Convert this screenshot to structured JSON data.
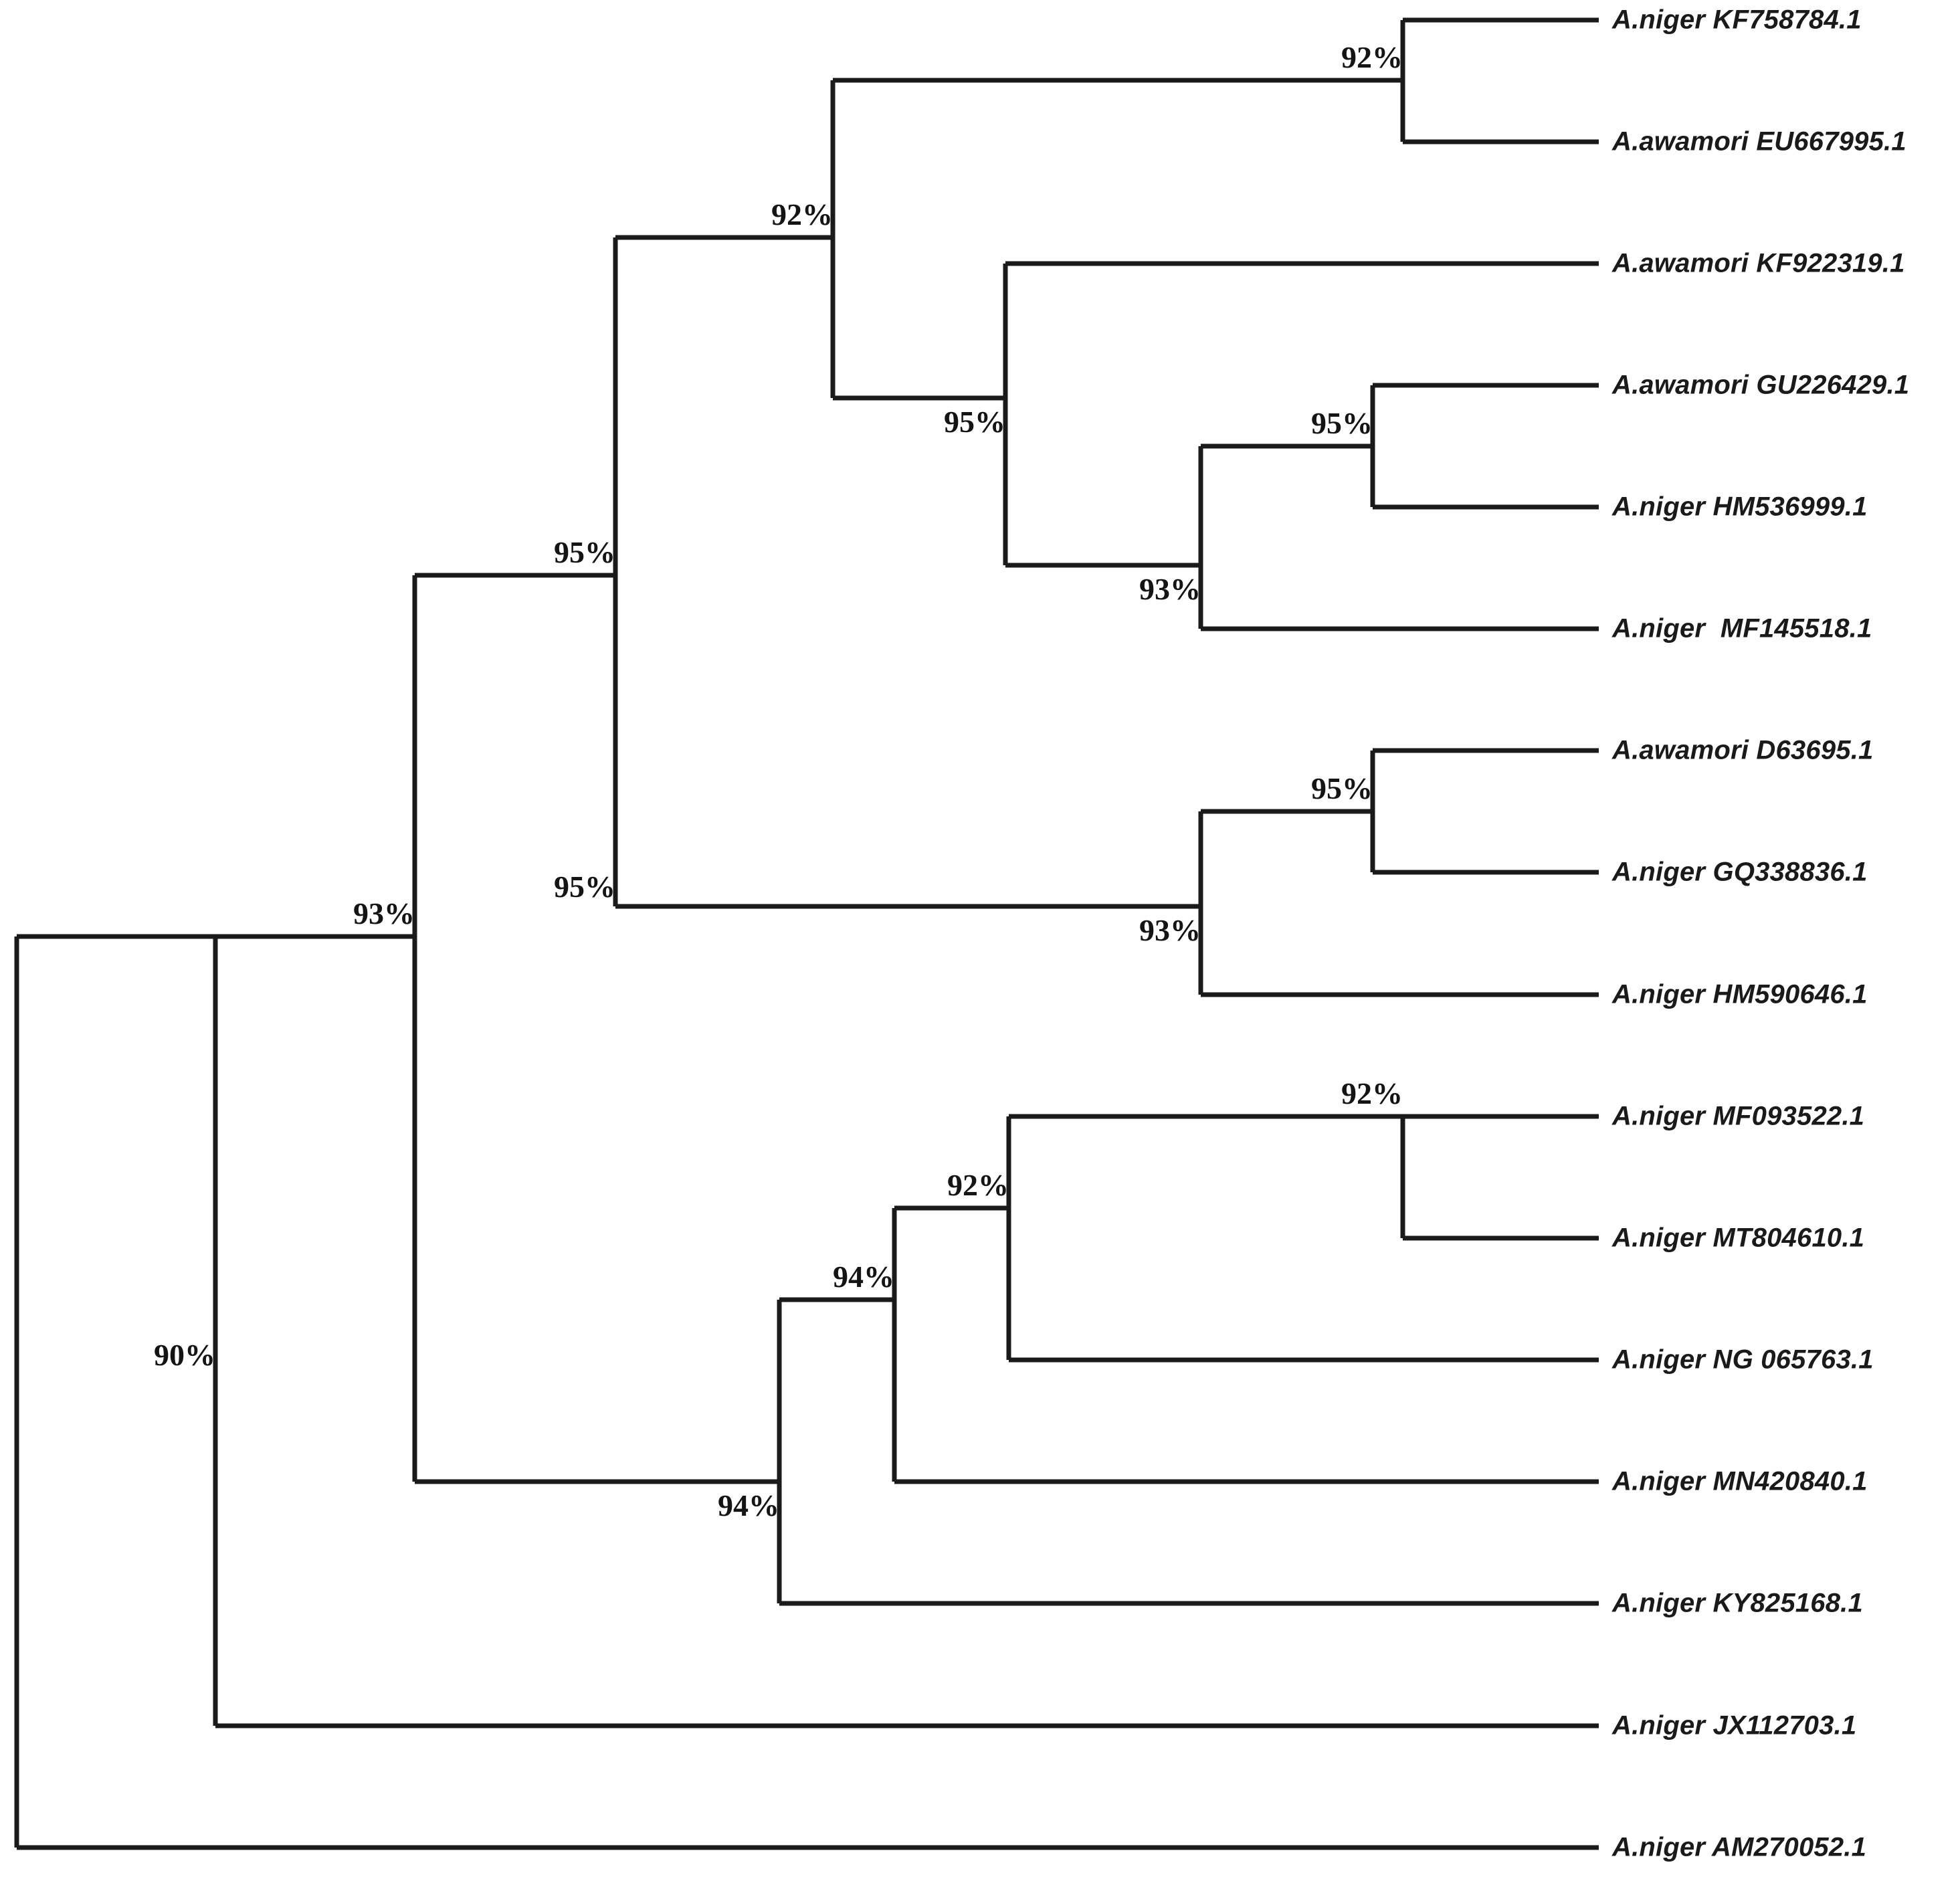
{
  "figure": {
    "kind": "phylogenetic-tree",
    "style": "rectangular-cladogram",
    "line_color": "#1a1a1a",
    "background_color": "#ffffff",
    "text_color": "#141414"
  },
  "chart_data": {
    "type": "tree",
    "title": "",
    "xlabel": "",
    "ylabel": "",
    "n_taxa": 16,
    "support_unit": "%",
    "taxa": [
      "A.niger KF758784.1",
      "A.awamori EU667995.1",
      "A.awamori KF922319.1",
      "A.awamori GU226429.1",
      "A.niger HM536999.1",
      "A.niger  MF145518.1",
      "A.awamori D63695.1",
      "A.niger GQ338836.1",
      "A.niger HM590646.1",
      "A.niger MF093522.1",
      "A.niger MT804610.1",
      "A.niger NG 065763.1",
      "A.niger MN420840.1",
      "A.niger KY825168.1",
      "A.niger JX112703.1",
      "A.niger AM270052.1"
    ],
    "support_values": [
      "90%",
      "93%",
      "95%",
      "92%",
      "92%",
      "95%",
      "93%",
      "95%",
      "95%",
      "93%",
      "95%",
      "94%",
      "94%",
      "92%",
      "92%"
    ],
    "newick": "(((((A.niger KF758784.1,A.awamori EU667995.1)92%,(A.awamori KF922319.1,((A.awamori GU226429.1,A.niger HM536999.1)95%,A.niger  MF145518.1)93%)95%)92%,((A.awamori D63695.1,A.niger GQ338836.1)95%,A.niger HM590646.1)93%)95%,(((( A.niger MF093522.1,A.niger MT804610.1)92%,A.niger NG 065763.1)92%,A.niger MN420840.1)94%,A.niger KY825168.1)94%)93%,A.niger JX112703.1)90%,A.niger AM270052.1);"
  },
  "tips": [
    {
      "label": "A.niger KF758784.1"
    },
    {
      "label": "A.awamori EU667995.1"
    },
    {
      "label": "A.awamori KF922319.1"
    },
    {
      "label": "A.awamori GU226429.1"
    },
    {
      "label": "A.niger HM536999.1"
    },
    {
      "label": "A.niger  MF145518.1"
    },
    {
      "label": "A.awamori D63695.1"
    },
    {
      "label": "A.niger GQ338836.1"
    },
    {
      "label": "A.niger HM590646.1"
    },
    {
      "label": "A.niger MF093522.1"
    },
    {
      "label": "A.niger MT804610.1"
    },
    {
      "label": "A.niger NG 065763.1"
    },
    {
      "label": "A.niger MN420840.1"
    },
    {
      "label": "A.niger KY825168.1"
    },
    {
      "label": "A.niger JX112703.1"
    },
    {
      "label": "A.niger AM270052.1"
    }
  ],
  "nodes": [
    {
      "id": "cherry-kf758784-eu667995",
      "support": "92%"
    },
    {
      "id": "clade-top",
      "support": "92%"
    },
    {
      "id": "clade-kf922319",
      "support": "95%"
    },
    {
      "id": "cherry-gu226429-hm536999",
      "support": "95%"
    },
    {
      "id": "clade-mf145518",
      "support": "93%"
    },
    {
      "id": "cherry-d63695-gq338836",
      "support": "95%"
    },
    {
      "id": "clade-hm590646",
      "support": "93%"
    },
    {
      "id": "clade-upper-middle",
      "support": "95%"
    },
    {
      "id": "clade-middle-stem",
      "support": "95%"
    },
    {
      "id": "cherry-mf093522-mt804610",
      "support": "92%"
    },
    {
      "id": "clade-ng065763",
      "support": "92%"
    },
    {
      "id": "clade-mn420840",
      "support": "94%"
    },
    {
      "id": "clade-ky825168",
      "support": "94%"
    },
    {
      "id": "clade-jx112703",
      "support": "93%"
    },
    {
      "id": "clade-root-inner",
      "support": "90%"
    }
  ]
}
